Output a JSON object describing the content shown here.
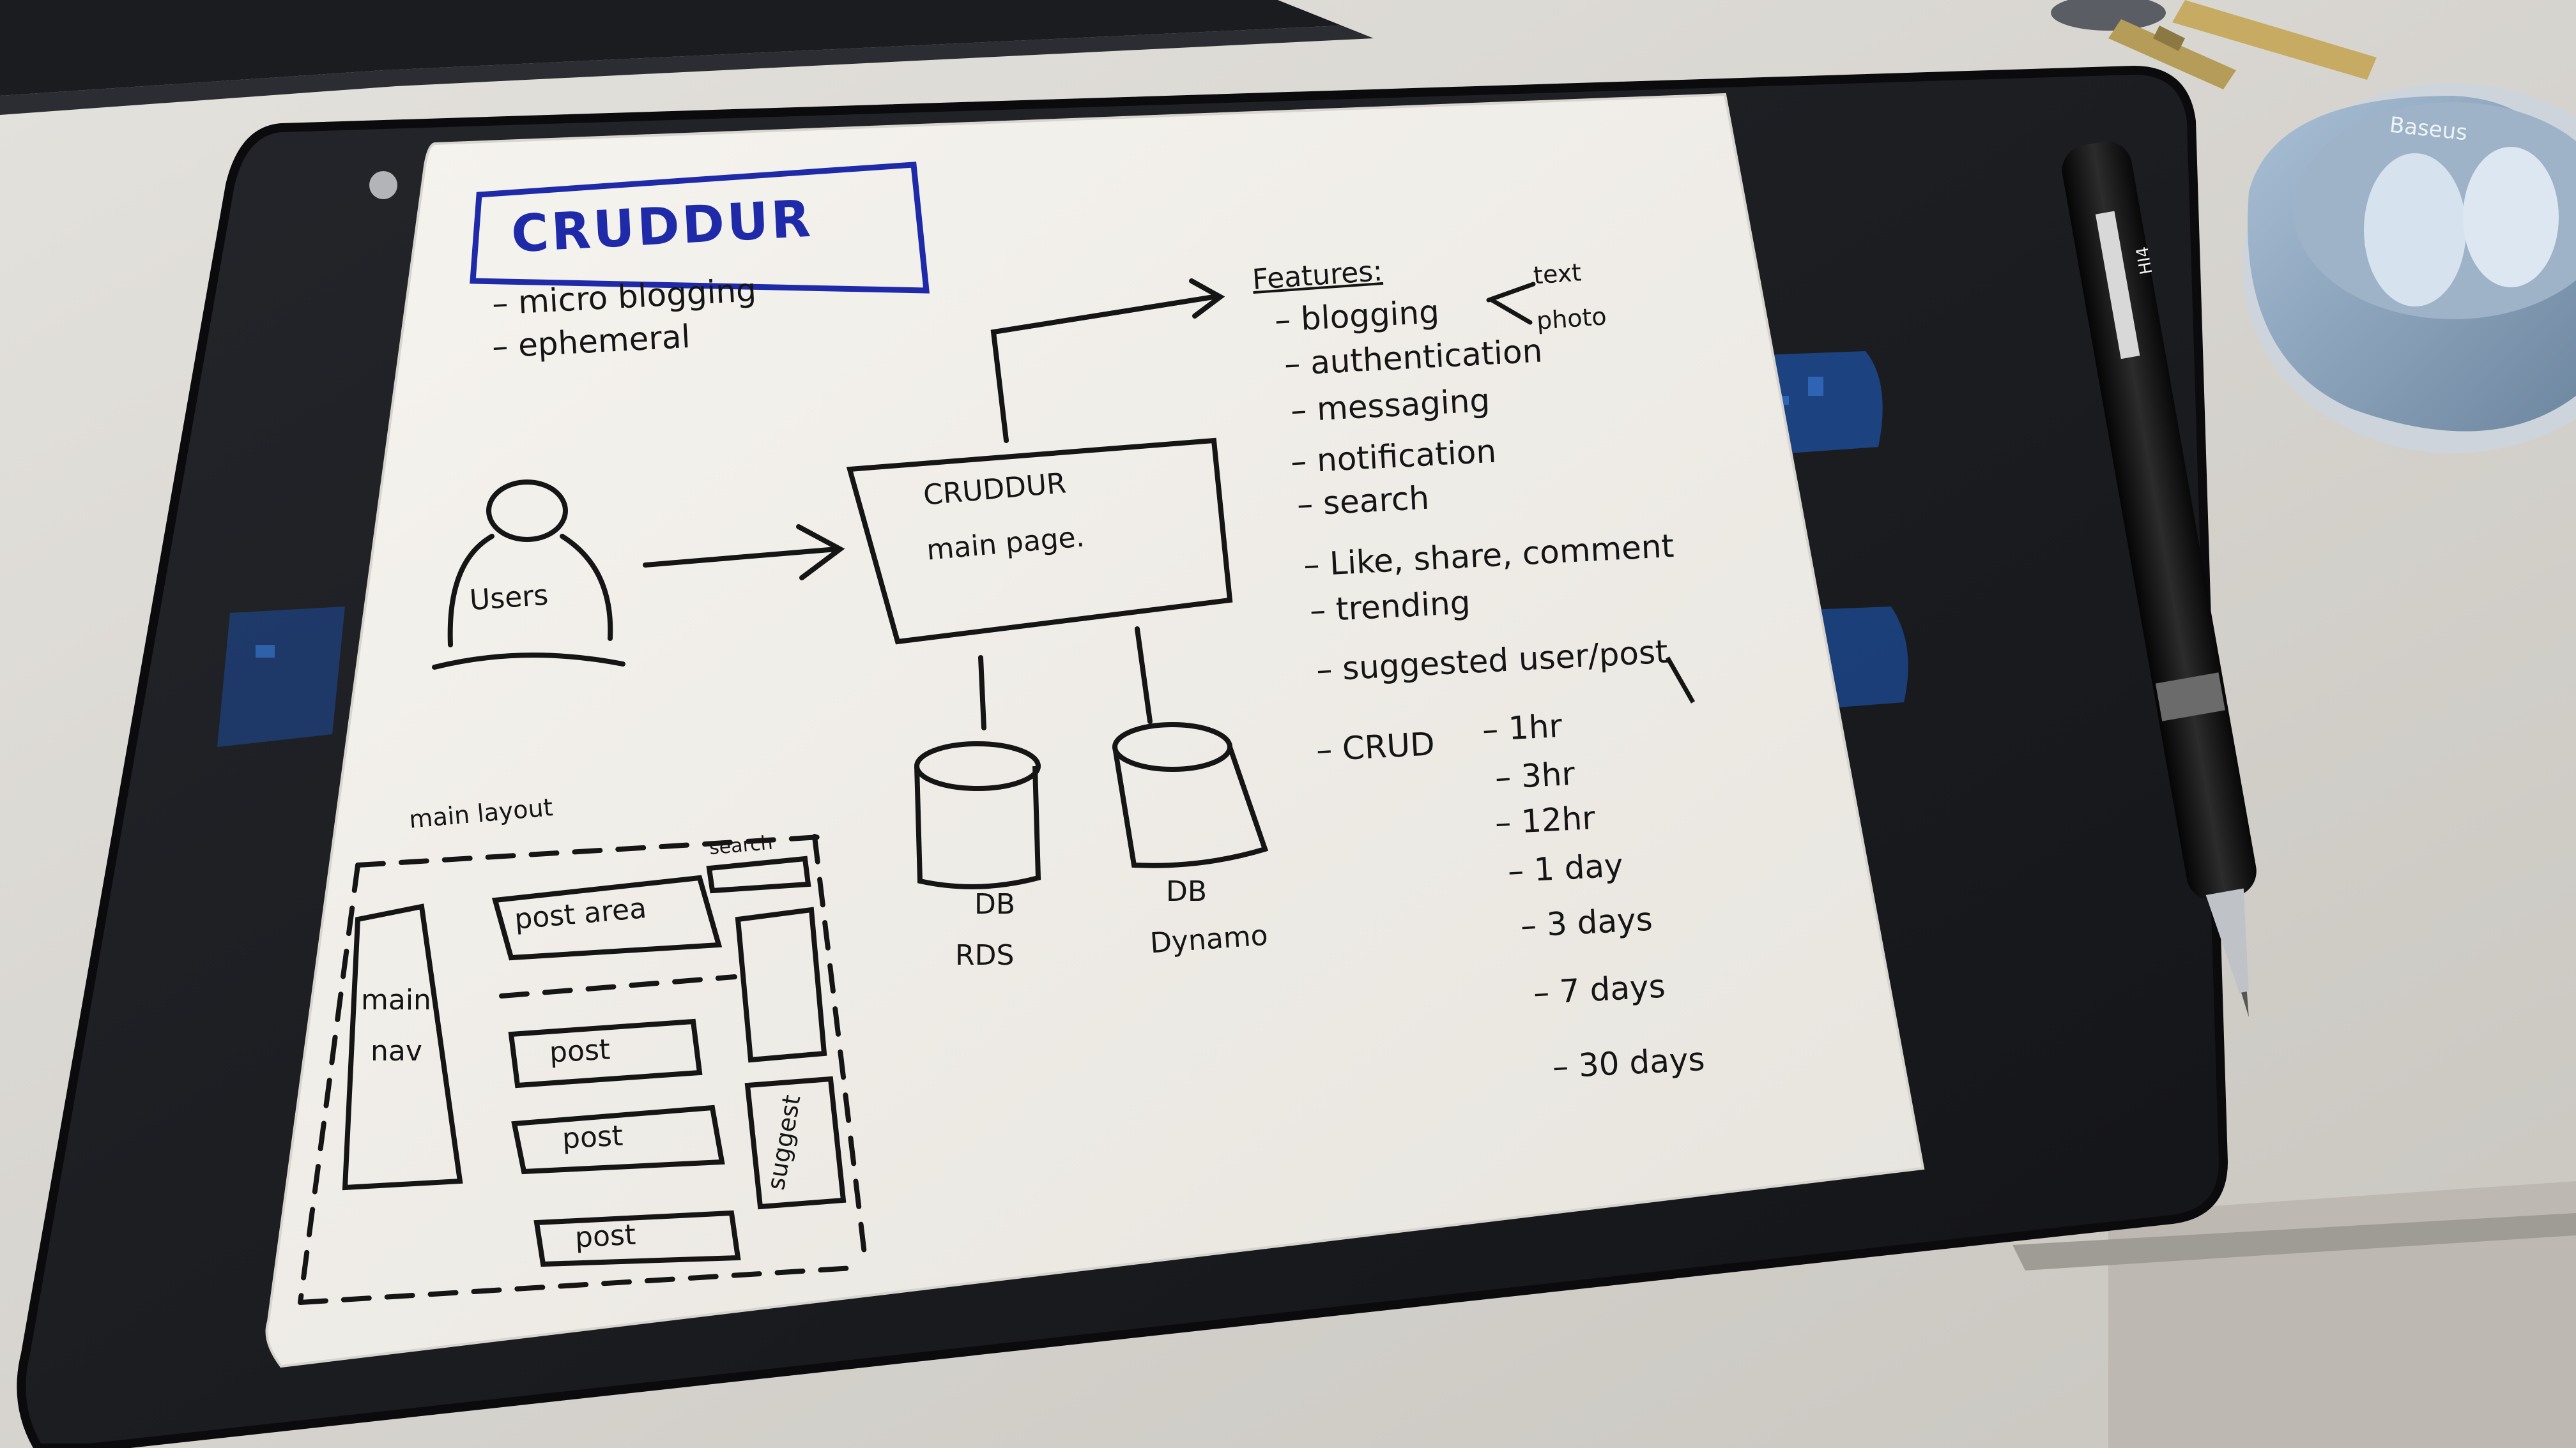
{
  "note": {
    "title": "CRUDDUR",
    "tagline": [
      "micro blogging",
      "ephemeral"
    ],
    "user_label": "Users",
    "main_box": [
      "CRUDDUR",
      "main page."
    ],
    "databases": [
      {
        "line1": "DB",
        "line2": "RDS"
      },
      {
        "line1": "DB",
        "line2": "Dynamo"
      }
    ],
    "features_heading": "Features:",
    "blogging_types": [
      "text",
      "photo"
    ],
    "features": [
      "blogging",
      "authentication",
      "messaging",
      "notification",
      "search",
      "Like, share, comment",
      "trending",
      "suggested user/post",
      "CRUD"
    ],
    "crud_durations": [
      "1hr",
      "3hr",
      "12hr",
      "1 day",
      "3 days",
      "7 days",
      "30 days"
    ],
    "layout": {
      "heading": "main layout",
      "search": "search",
      "main_nav": [
        "main",
        "nav"
      ],
      "post_area": "post area",
      "posts": [
        "post",
        "post",
        "post"
      ],
      "suggest": "suggest"
    }
  },
  "objects": {
    "earbuds_brand": "Baseus",
    "pen_label": "HI4"
  },
  "colors": {
    "desk": "#d9d6d0",
    "mousepad": "#1c1d21",
    "paper": "#f3f1ec",
    "ink": "#151515",
    "blue_ink": "#1f2aa8",
    "mousepad_accent": "#1d4fa0"
  }
}
